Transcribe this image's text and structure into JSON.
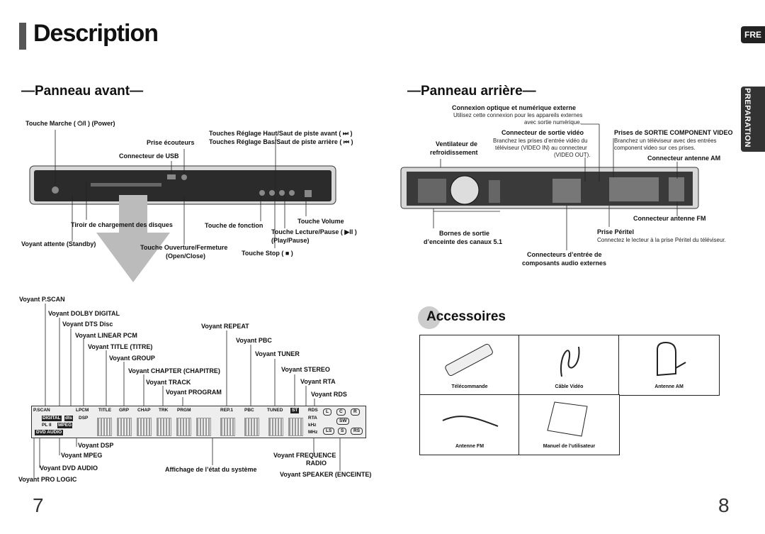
{
  "header": {
    "title": "Description",
    "lang_tab": "FRE",
    "side_tab": "PREPARATION"
  },
  "front": {
    "heading": "—Panneau avant—",
    "labels": {
      "power": "Touche Marche ( ⏻/I ) (Power)",
      "headphones": "Prise écouteurs",
      "usb": "Connecteur de USB",
      "skip_fwd": "Touches Réglage Haut/Saut de piste avant ( ⏭ )",
      "skip_back": "Touches Réglage Bas/Saut de piste arrière ( ⏮ )",
      "tray": "Tiroir de chargement des disques",
      "function": "Touche de fonction",
      "volume": "Touche Volume",
      "play_pause_1": "Touche Lecture/Pause ( ▶II )",
      "play_pause_2": "(Play/Pause)",
      "standby": "Voyant attente (Standby)",
      "open_close_1": "Touche Ouverture/Fermeture",
      "open_close_2": "(Open/Close)",
      "stop": "Touche Stop ( ■ )"
    }
  },
  "rear": {
    "heading": "—Panneau arrière—",
    "labels": {
      "optical_title": "Connexion optique et numérique externe",
      "optical_desc_1": "Utilisez cette connexion pour les appareils externes",
      "optical_desc_2": "avec sortie numérique.",
      "fan_1": "Ventilateur de",
      "fan_2": "refroidissement",
      "video_out_title": "Connecteur de sortie vidéo",
      "video_out_desc_1": "Branchez les prises d’entrée vidéo du",
      "video_out_desc_2": "téléviseur (VIDEO IN) au connecteur",
      "video_out_desc_3": "(VIDEO OUT).",
      "component_title": "Prises de SORTIE COMPONENT VIDEO",
      "component_desc_1": "Branchez un téléviseur avec des entrées",
      "component_desc_2": "component video sur ces prises.",
      "am": "Connecteur antenne AM",
      "fm": "Connecteur antenne FM",
      "speakers_1": "Bornes de sortie",
      "speakers_2": "d’enceinte des canaux 5.1",
      "scart_title": "Prise Péritel",
      "scart_desc": "Connectez le lecteur à la prise Péritel du téléviseur.",
      "audio_in_1": "Connecteurs d’entrée de",
      "audio_in_2": "composants audio externes"
    }
  },
  "display_labels": {
    "pscan": "Voyant P.SCAN",
    "dolby": "Voyant DOLBY DIGITAL",
    "dts": "Voyant DTS Disc",
    "lpcm": "Voyant LINEAR PCM",
    "title": "Voyant TITLE (TITRE)",
    "group": "Voyant GROUP",
    "chapter": "Voyant CHAPTER (CHAPITRE)",
    "track": "Voyant TRACK",
    "program": "Voyant PROGRAM",
    "repeat": "Voyant REPEAT",
    "pbc": "Voyant PBC",
    "tuner": "Voyant TUNER",
    "stereo": "Voyant STEREO",
    "rta": "Voyant RTA",
    "rds": "Voyant RDS",
    "dsp": "Voyant DSP",
    "mpeg": "Voyant MPEG",
    "dvd_audio": "Voyant DVD AUDIO",
    "pro_logic": "Voyant PRO LOGIC",
    "status": "Affichage de l’état du système",
    "frequency_1": "Voyant FREQUENCE",
    "frequency_2": "RADIO",
    "speaker": "Voyant SPEAKER (ENCEINTE)"
  },
  "display_panel": {
    "top_row": [
      "P.SCAN",
      "LPCM",
      "TITLE",
      "GRP",
      "CHAP",
      "TRK",
      "PRGM",
      "REP.1",
      "PBC",
      "TUNED",
      "ST",
      "RDS"
    ],
    "left_badges": [
      "DIGITAL",
      "dts",
      "DSP",
      "PL II",
      "MPEG",
      "DVD AUDIO"
    ],
    "right_col": [
      "RTA",
      "kHz",
      "MHz"
    ],
    "speakers": [
      "L",
      "C",
      "R",
      "SW",
      "LS",
      "S",
      "RS"
    ]
  },
  "accessories": {
    "heading": "Accessoires",
    "items": [
      "Télécommande",
      "Câble Vidéo",
      "Antenne AM",
      "Antenne FM",
      "Manuel de l’utilisateur"
    ]
  },
  "pages": {
    "left": "7",
    "right": "8"
  }
}
